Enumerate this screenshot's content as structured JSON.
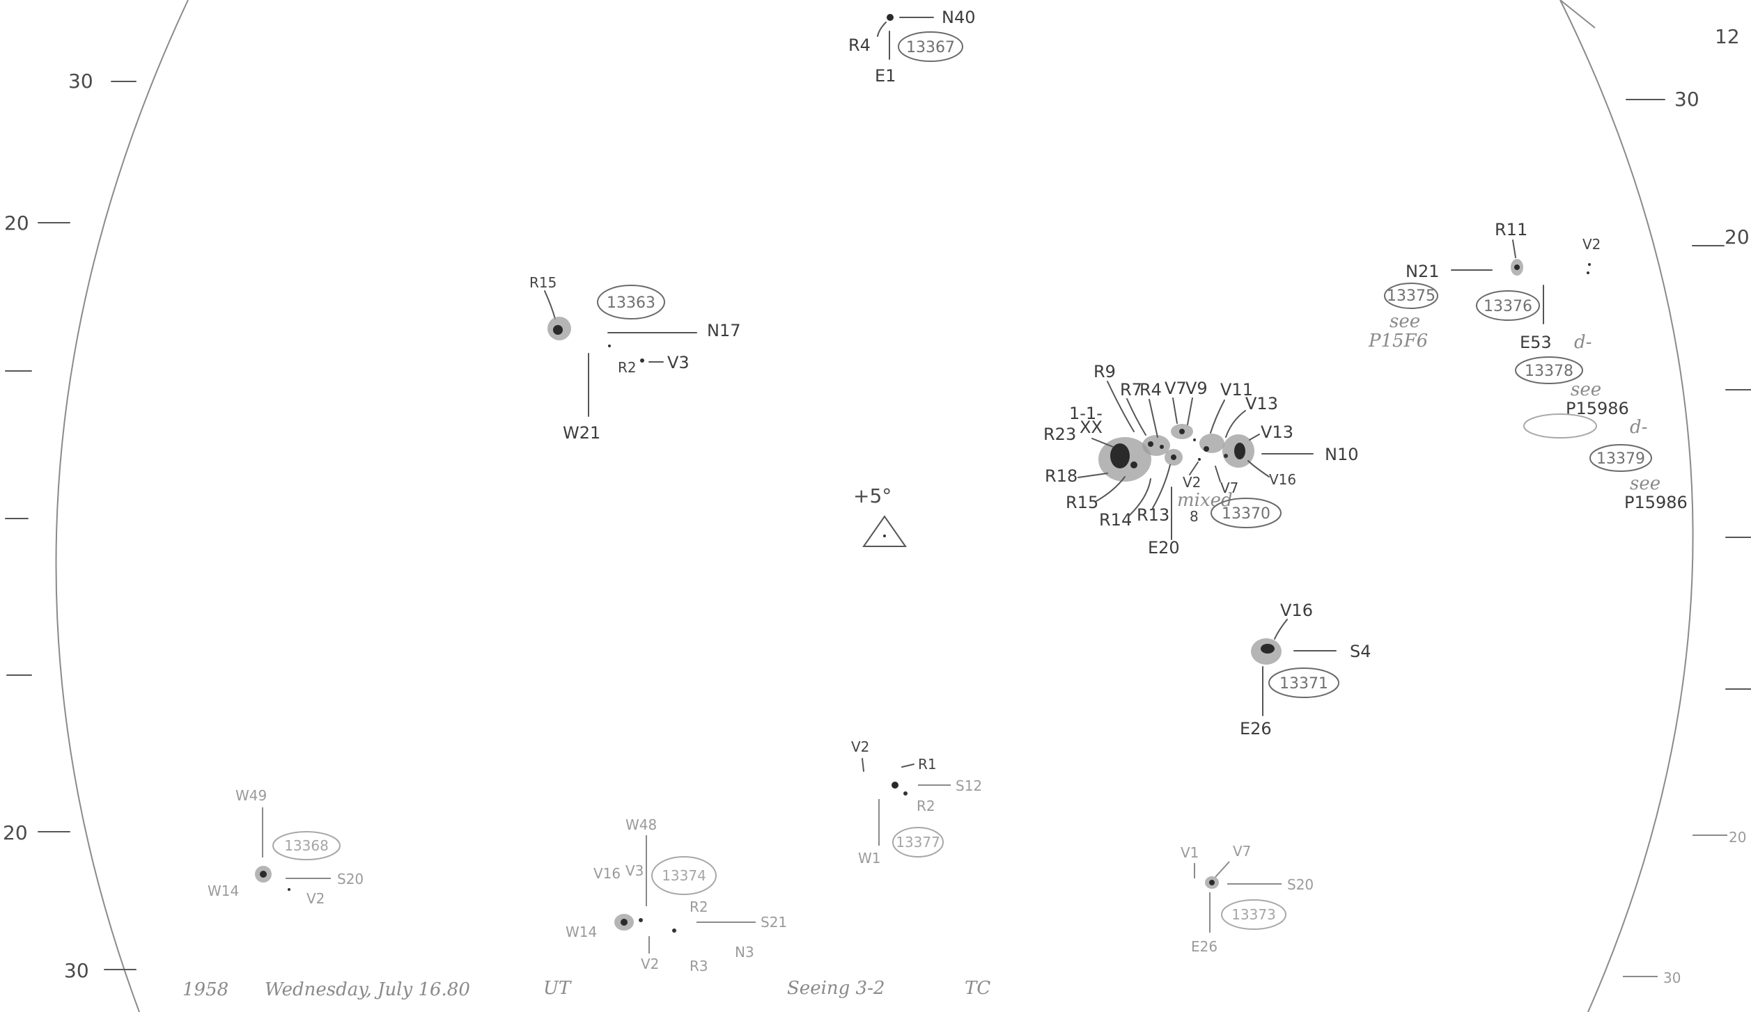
{
  "limb_scale": {
    "left": [
      {
        "label": "30"
      },
      {
        "label": "20"
      },
      {
        "label": "20"
      },
      {
        "label": "30"
      }
    ],
    "right": [
      {
        "label": "30"
      },
      {
        "label": "20"
      },
      {
        "label": "20"
      },
      {
        "label": "30"
      }
    ],
    "corner": "12"
  },
  "center_marker": "+5°",
  "regions": [
    {
      "number": "13367",
      "labels": [
        "R4",
        "N40",
        "E1"
      ]
    },
    {
      "number": "13363",
      "labels": [
        "R15",
        "N17",
        "R2",
        "V3",
        "W21"
      ]
    },
    {
      "number": "13370",
      "labels": [
        "R9",
        "R7",
        "R4",
        "V7",
        "V9",
        "V11",
        "V13",
        "V13",
        "1-1-",
        "XX",
        "R23",
        "R18",
        "R15",
        "R14",
        "R13",
        "V2",
        "V7",
        "V16",
        "N10",
        "E20",
        "mixed",
        "8"
      ]
    },
    {
      "number": "13375",
      "labels": [
        "N21"
      ],
      "note": "see",
      "note2": "P15F6"
    },
    {
      "number": "13376",
      "labels": [
        "R11",
        "V2",
        "E53"
      ]
    },
    {
      "number": "13378",
      "labels": [
        "d-"
      ],
      "note": "see",
      "note2": "P15986"
    },
    {
      "number": "13379",
      "labels": [
        "d-"
      ],
      "note": "see",
      "note2": "P15986"
    },
    {
      "number": "13371",
      "labels": [
        "V16",
        "S4",
        "E26"
      ]
    },
    {
      "number": "13368",
      "labels": [
        "W49",
        "W14",
        "S20",
        "V2"
      ]
    },
    {
      "number": "13374",
      "labels": [
        "W48",
        "V16",
        "V3",
        "R2",
        "W14",
        "S21",
        "V2",
        "R3",
        "N3"
      ]
    },
    {
      "number": "13377",
      "labels": [
        "V2",
        "R1",
        "S12",
        "R2",
        "W1"
      ]
    },
    {
      "number": "13373",
      "labels": [
        "V1",
        "V7",
        "S20",
        "E26"
      ]
    }
  ],
  "footer": {
    "year": "1958",
    "date": "Wednesday, July 16.80",
    "time": "UT",
    "seeing": "Seeing 3-2",
    "observer": "TC"
  }
}
